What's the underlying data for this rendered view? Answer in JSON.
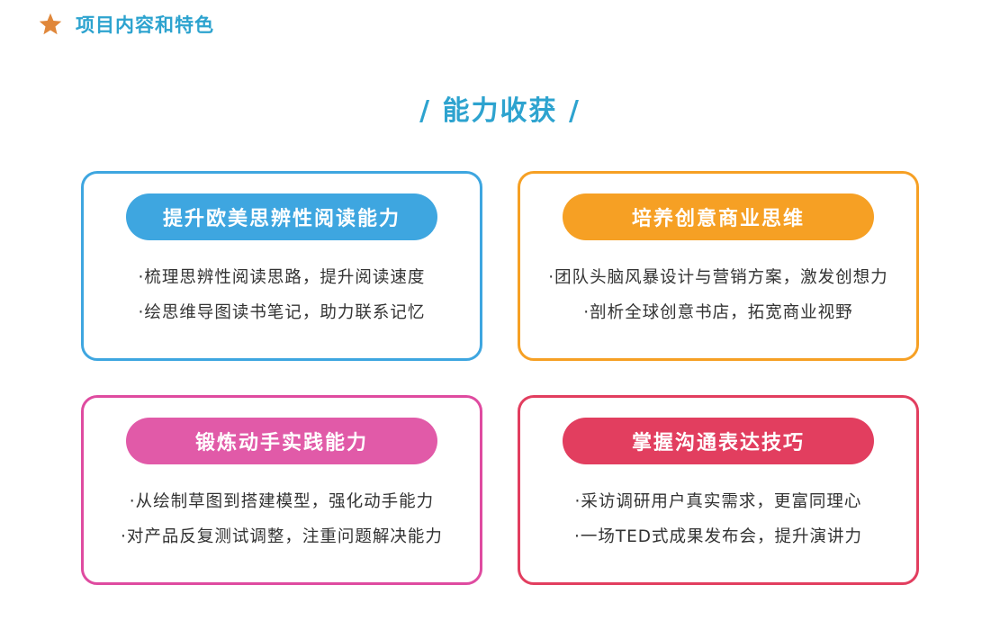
{
  "header": {
    "title": "项目内容和特色",
    "star_color": "#e0873a"
  },
  "section": {
    "title": "/ 能力收获 /"
  },
  "cards": [
    {
      "title": "提升欧美思辨性阅读能力",
      "color": "#3ea6e0",
      "items": [
        "·梳理思辨性阅读思路，提升阅读速度",
        "·绘思维导图读书笔记，助力联系记忆"
      ]
    },
    {
      "title": "培养创意商业思维",
      "color": "#f6a024",
      "items": [
        "·团队头脑风暴设计与营销方案，激发创想力",
        "·剖析全球创意书店，拓宽商业视野"
      ]
    },
    {
      "title": "锻炼动手实践能力",
      "color": "#df4ba0",
      "items": [
        "·从绘制草图到搭建模型，强化动手能力",
        "·对产品反复测试调整，注重问题解决能力"
      ]
    },
    {
      "title": "掌握沟通表达技巧",
      "color": "#e23e5f",
      "items": [
        "·采访调研用户真实需求，更富同理心",
        "·一场TED式成果发布会，提升演讲力"
      ]
    }
  ]
}
